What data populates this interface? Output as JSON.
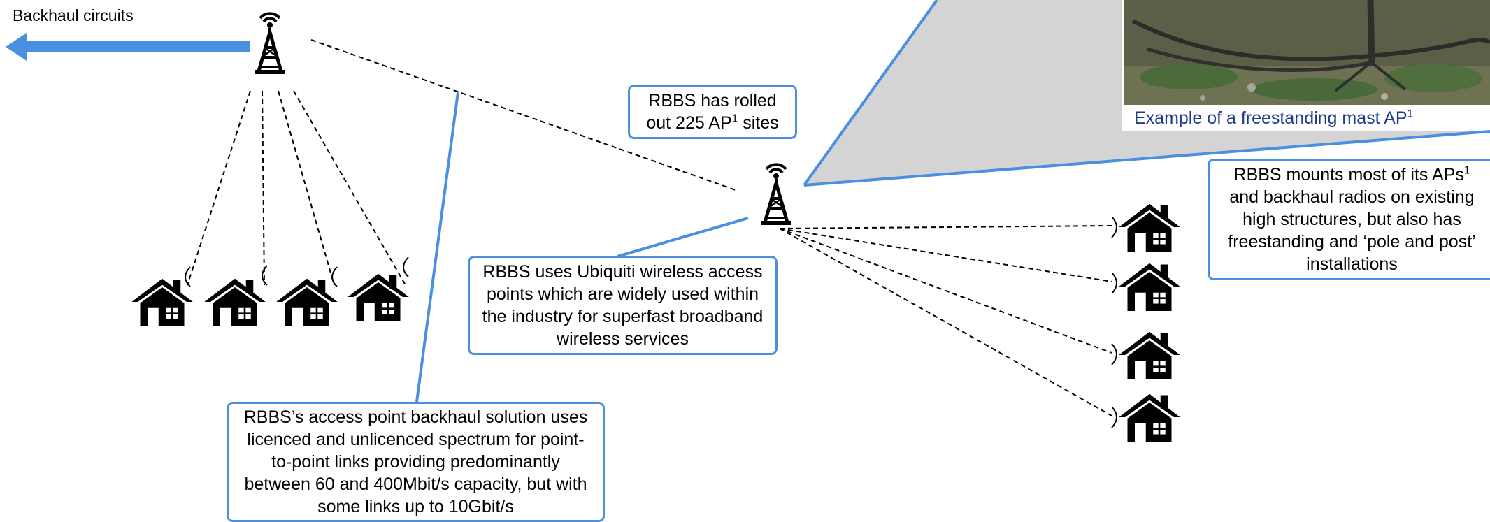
{
  "backhaul_label": "Backhaul circuits",
  "photo_caption": {
    "text": "Example of a freestanding mast AP",
    "sup": "1"
  },
  "callout_ap_sites": {
    "line1": "RBBS has rolled",
    "line2_text": "out 225 AP",
    "line2_sup": "1",
    "line2_tail": " sites"
  },
  "callout_ubiquiti": {
    "lines": [
      "RBBS uses Ubiquiti wireless access",
      "points which are widely used within",
      "the industry for superfast broadband",
      "wireless services"
    ]
  },
  "callout_backhaul": {
    "lines": [
      "RBBS’s access point backhaul solution uses",
      "licenced and unlicenced spectrum for point-",
      "to-point links providing predominantly",
      "between 60 and 400Mbit/s capacity, but with",
      "some links up to 10Gbit/s"
    ]
  },
  "callout_mounts": {
    "line1_text": "RBBS mounts most of its APs",
    "line1_sup": "1",
    "lines": [
      "and backhaul radios on existing",
      "high structures, but also has",
      "freestanding and ‘pole and post’",
      "installations"
    ]
  },
  "colors": {
    "accent_blue": "#4a8fe0",
    "caption_blue": "#1f3c8a",
    "callout_fill": "#d4d4d4"
  },
  "icons": [
    "radio-tower-icon",
    "house-icon",
    "arrow-left-icon"
  ]
}
